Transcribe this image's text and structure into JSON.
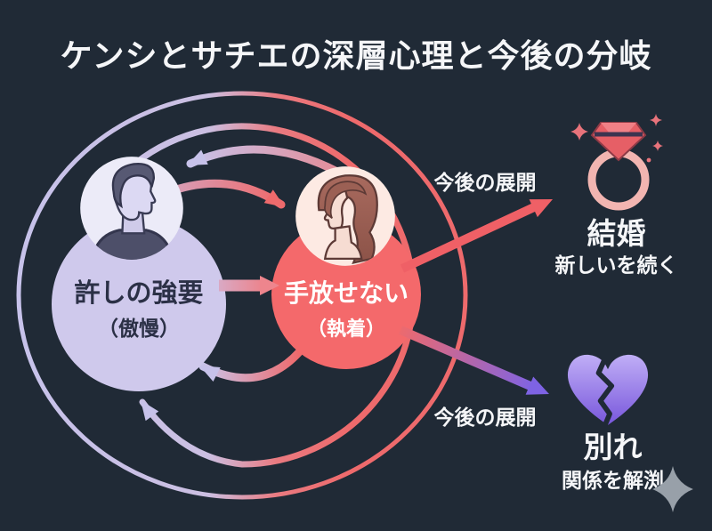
{
  "title": "ケンシとサチエの深層心理と今後の分岐",
  "left_node": {
    "label": "許しの強要",
    "sublabel": "（傲慢）",
    "avatar": "man-profile"
  },
  "right_node": {
    "label": "手放せない",
    "sublabel": "（執着）",
    "avatar": "woman-profile"
  },
  "branch_top": {
    "arrow_label": "今後の展開",
    "icon": "engagement-ring",
    "title": "結婚",
    "subtitle": "新しいを続く"
  },
  "branch_bottom": {
    "arrow_label": "今後の展開",
    "icon": "broken-heart",
    "title": "別れ",
    "subtitle": "関係を解渕"
  },
  "colors": {
    "background": "#202a36",
    "left_circle": "#cfc9ec",
    "right_circle": "#f4696b",
    "lavender": "#c7c2ea",
    "coral": "#ee6a6c",
    "purple": "#7e63e4",
    "ring_pink": "#f2b5b1",
    "heart_purple_top": "#c0aef6",
    "heart_purple_bottom": "#7857dc",
    "title_text": "#f5f6f8",
    "dark_text": "#2b3046"
  }
}
